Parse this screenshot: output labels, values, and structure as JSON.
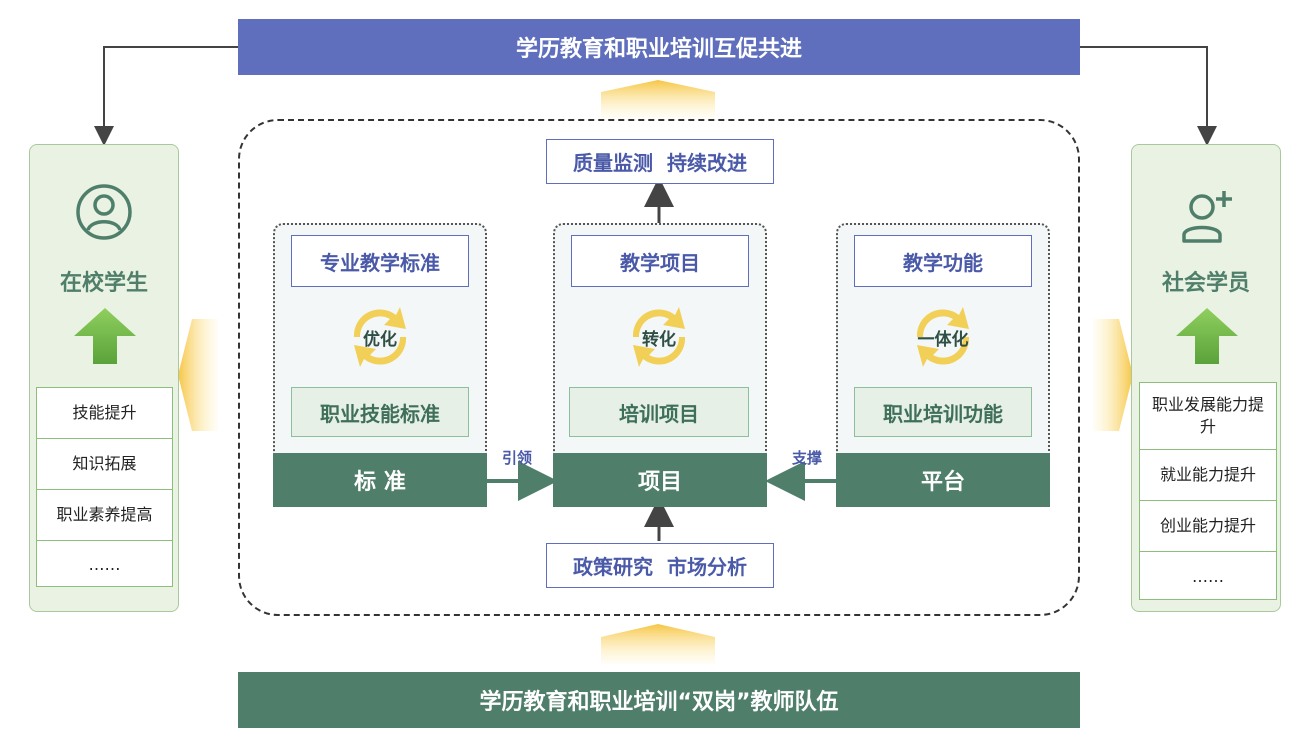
{
  "top_banner": "学历教育和职业培训互促共进",
  "bottom_banner": "学历教育和职业培训“双岗”教师队伍",
  "quality_box": "质量监测  持续改进",
  "policy_box": "政策研究  市场分析",
  "left_panel": {
    "title": "在校学生",
    "items": [
      "技能提升",
      "知识拓展",
      "职业素养提高",
      "……"
    ]
  },
  "right_panel": {
    "title": "社会学员",
    "items": [
      "职业发展能力提升",
      "就业能力提升",
      "创业能力提升",
      "……"
    ]
  },
  "columns": [
    {
      "top_label": "专业教学标准",
      "cycle": "优化",
      "bottom_label": "职业技能标准",
      "footer": "标 准"
    },
    {
      "top_label": "教学项目",
      "cycle": "转化",
      "bottom_label": "培训项目",
      "footer": "项目"
    },
    {
      "top_label": "教学功能",
      "cycle": "一体化",
      "bottom_label": "职业培训功能",
      "footer": "平台"
    }
  ],
  "arrow_labels": {
    "lead": "引领",
    "support": "支撑"
  },
  "colors": {
    "blue": "#5f6fbd",
    "green": "#4f7f6a",
    "arrow_yellow": "#f7c744"
  }
}
